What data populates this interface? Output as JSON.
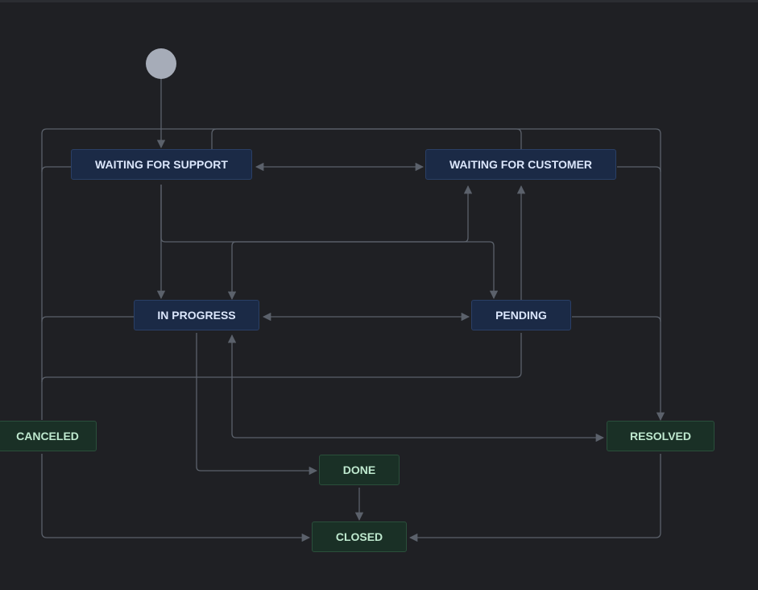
{
  "colors": {
    "background": "#1f2024",
    "edge": "#5b616b",
    "status_fill": "#1b2a46",
    "status_border": "#2a3f66",
    "status_text": "#dbe6fb",
    "final_fill": "#1a3026",
    "final_border": "#2a4f3b",
    "final_text": "#bfe9cf",
    "start": "#a6acb8"
  },
  "states": {
    "waiting_for_support": "WAITING FOR SUPPORT",
    "waiting_for_customer": "WAITING FOR CUSTOMER",
    "in_progress": "IN PROGRESS",
    "pending": "PENDING",
    "canceled": "CANCELED",
    "resolved": "RESOLVED",
    "done": "DONE",
    "closed": "CLOSED"
  }
}
